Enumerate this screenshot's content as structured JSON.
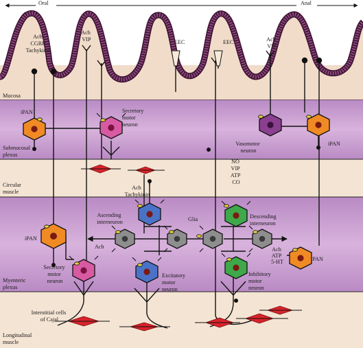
{
  "header": {
    "oral": "Oral",
    "anal": "Anal"
  },
  "layers": {
    "mucosa": "Mucosa",
    "submucosal": [
      "Submucosal",
      "plexus"
    ],
    "circular": [
      "Circular",
      "muscle"
    ],
    "myenteric": [
      "Myenteric",
      "plexus"
    ],
    "longitudinal": [
      "Longitudinal",
      "muscle"
    ]
  },
  "labels": {
    "ach_cgrp_tachykinin": [
      "Ach",
      "CGRP",
      "Tachykinin"
    ],
    "ach_vip_left": [
      "Ach",
      "VIP"
    ],
    "ach_vip_right": [
      "Ach",
      "VIP"
    ],
    "eec_left": "EEC",
    "eec_right": "EEC",
    "ipan_sub_left": "iPAN",
    "ipan_sub_right": "iPAN",
    "ipan_myen_left": "iPAN",
    "ipan_myen_right": "iPAN",
    "secretory_sub": [
      "Secretory",
      "motor",
      "neuron"
    ],
    "vasomotor": [
      "Vasomotor",
      "neuron"
    ],
    "no_vip_atp_co": [
      "NO",
      "VIP",
      "ATP",
      "CO"
    ],
    "ach_tachykinin": [
      "Ach",
      "Tachykinin"
    ],
    "ascending": [
      "Ascending",
      "interneuron"
    ],
    "descending": [
      "Descending",
      "interneuron"
    ],
    "glia": "Glia",
    "ach_small": "Ach",
    "ach_atp_5ht": [
      "Ach",
      "ATP",
      "5-HT"
    ],
    "secretory_myen": [
      "Secretory",
      "motor",
      "neuron"
    ],
    "excitatory": [
      "Excitatory",
      "motor",
      "neuron"
    ],
    "inhibitory": [
      "Inhibitory",
      "motor",
      "neuron"
    ],
    "icc": [
      "Interstitial cells",
      "of Cajal"
    ]
  },
  "colors": {
    "mucosa": "#f1dcc9",
    "plexus_band": "#caa0d0",
    "muscle": "#f3e2d0",
    "epithelium": "#6b2a5c",
    "ipan": "#f08a25",
    "secretory": "#d85aa3",
    "vasomotor": "#8a3f8f",
    "interneuron": "#8e8e8e",
    "excitatory": "#4a73c8",
    "inhibitory": "#3fa84a",
    "descending": "#3fa84a",
    "icc": "#d8232a"
  }
}
